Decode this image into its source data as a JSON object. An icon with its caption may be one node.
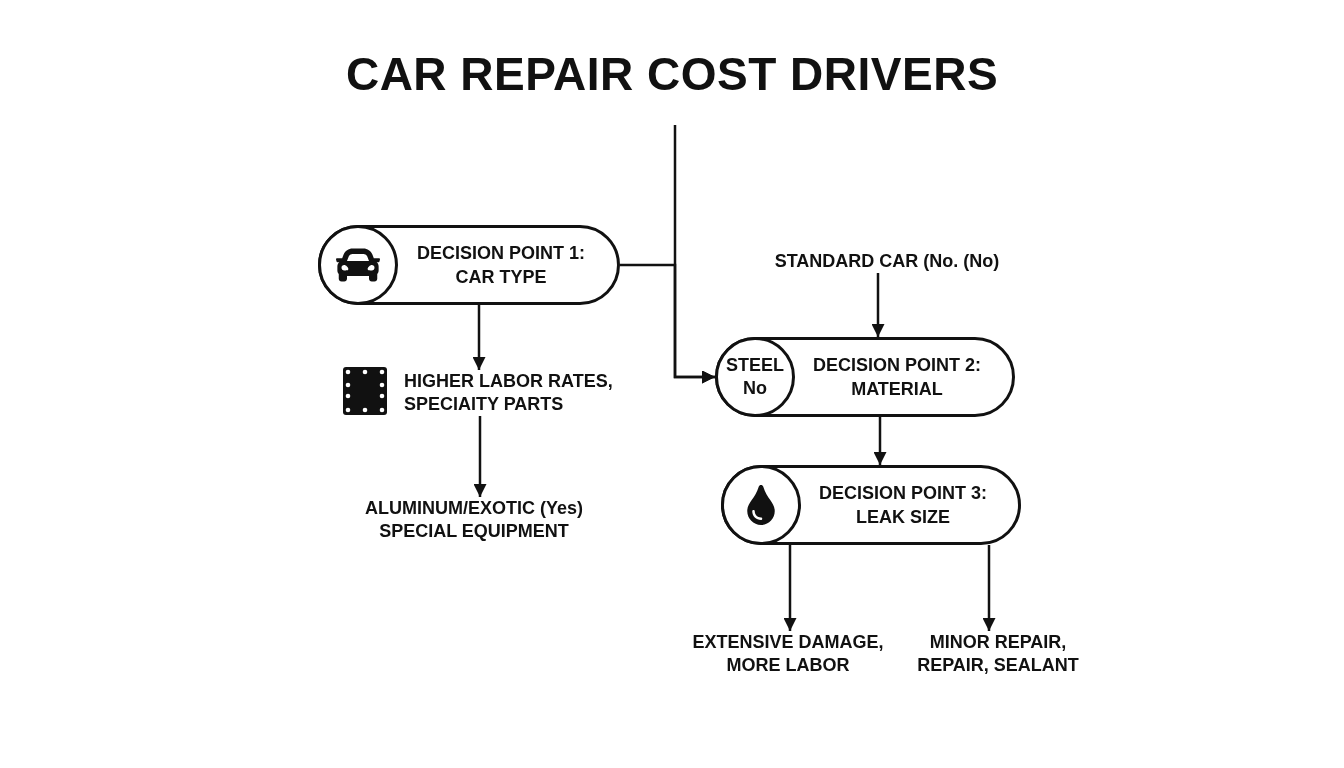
{
  "diagram": {
    "title": "CAR REPAIR COST DRIVERS",
    "nodes": [
      {
        "text": [
          "DECISION POINT 1: CAR TYPE"
        ]
      },
      {
        "text": [
          "HIGHER LABOR RATES, SPECIAITY PARTS"
        ]
      },
      {
        "text": [
          "ALUMINUM/EXOTIC (Yes) SPECIAL EQUIPMENT"
        ]
      },
      {
        "text": [
          "STANDARD CAR (No. (No)"
        ]
      },
      {
        "text": [
          "DECISION POINT 2: MATERIAL"
        ]
      },
      {
        "text": [
          "STEEL No"
        ],
        "in": 4
      },
      {
        "text": [
          "DECISION POINT 3: LEAK SIZE"
        ]
      },
      {
        "text": [
          "EXTENSIVE DAMAGE, MORE LABOR"
        ]
      },
      {
        "text": [
          "MINOR REPAIR, REPAIR, SEALANT"
        ]
      }
    ],
    "edges": [
      {
        "from": 0,
        "to": 1,
        "arrow": "to"
      },
      {
        "from": 1,
        "to": 2,
        "arrow": "to"
      },
      {
        "from": 0,
        "to": 4,
        "arrow": "to"
      },
      {
        "from": null,
        "to": 4,
        "arrow": "to"
      },
      {
        "from": 3,
        "to": 4,
        "arrow": "to"
      },
      {
        "from": 4,
        "to": 6,
        "arrow": "to"
      },
      {
        "from": 6,
        "to": 7,
        "arrow": "to"
      },
      {
        "from": 6,
        "to": 8,
        "arrow": "to"
      }
    ]
  }
}
